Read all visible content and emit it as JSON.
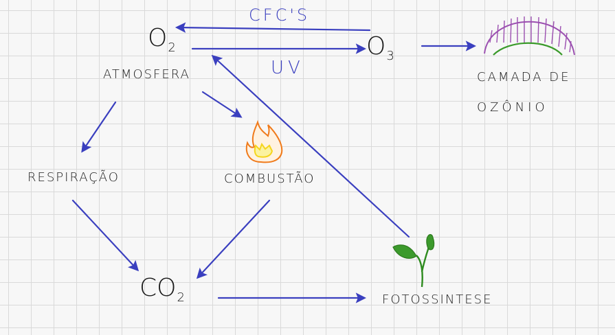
{
  "nodes": {
    "o2": {
      "main": "O",
      "sub": "2"
    },
    "o3": {
      "main": "O",
      "sub": "3"
    },
    "co2": {
      "main": "CO",
      "sub": "2"
    },
    "atmosfera": "ATMOSFERA",
    "respiracao": "RESPIRAÇÃO",
    "combustao": "COMBUSTÃO",
    "fotossintese": "FOTOSSINTESE",
    "camada_line1": "CAMADA DE",
    "camada_line2": "OZÔNIO"
  },
  "edge_labels": {
    "cfcs": "CFC'S",
    "uv": "UV"
  },
  "colors": {
    "arrow": "#3a3fbf",
    "ink": "#1a1a1a",
    "flame_outer": "#f07a1a",
    "flame_inner": "#f5d51c",
    "plant": "#2e8b1f",
    "ozone_dome": "#9b4fb0",
    "ozone_base": "#3a9a2a"
  },
  "icons": [
    "flame-icon",
    "sprout-icon",
    "ozone-dome-icon"
  ]
}
